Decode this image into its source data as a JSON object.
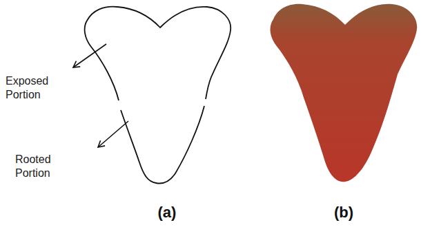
{
  "diagram": {
    "labels": [
      "Exposed Portion",
      "Rooted Portion",
      "(a)",
      "(b)"
    ]
  }
}
